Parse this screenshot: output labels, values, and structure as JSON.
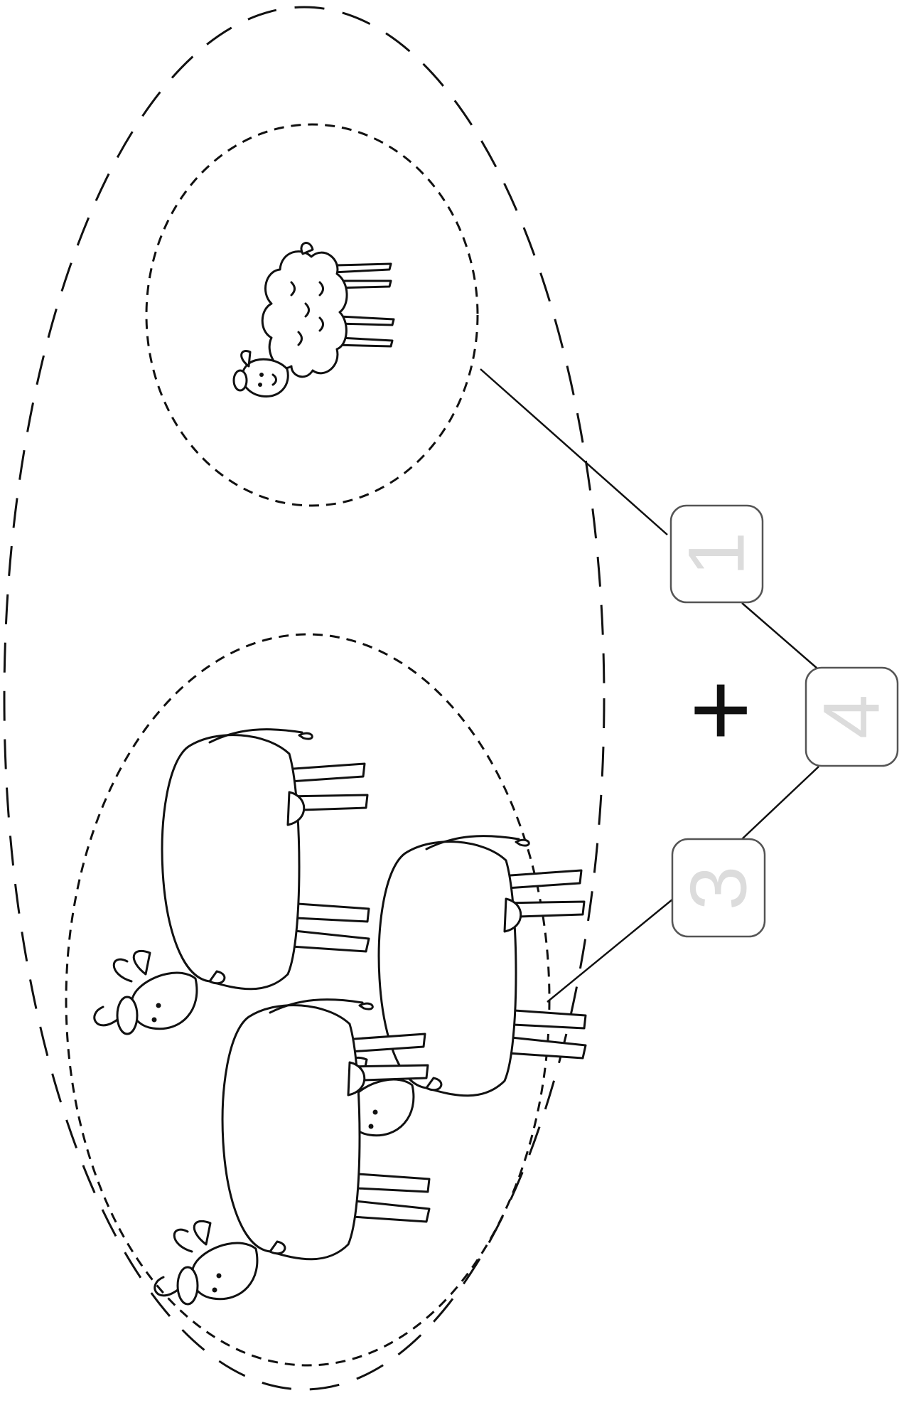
{
  "diagram": {
    "groups": [
      {
        "id": "sheep-group",
        "animal": "sheep",
        "count": 1
      },
      {
        "id": "cow-group",
        "animal": "cow",
        "count": 3
      }
    ],
    "operator": "+",
    "boxes": {
      "part_top": "1",
      "part_bottom": "3",
      "whole": "4"
    },
    "colors": {
      "line": "#111111",
      "box_border": "#555555",
      "box_number": "#dcdcdc"
    }
  }
}
